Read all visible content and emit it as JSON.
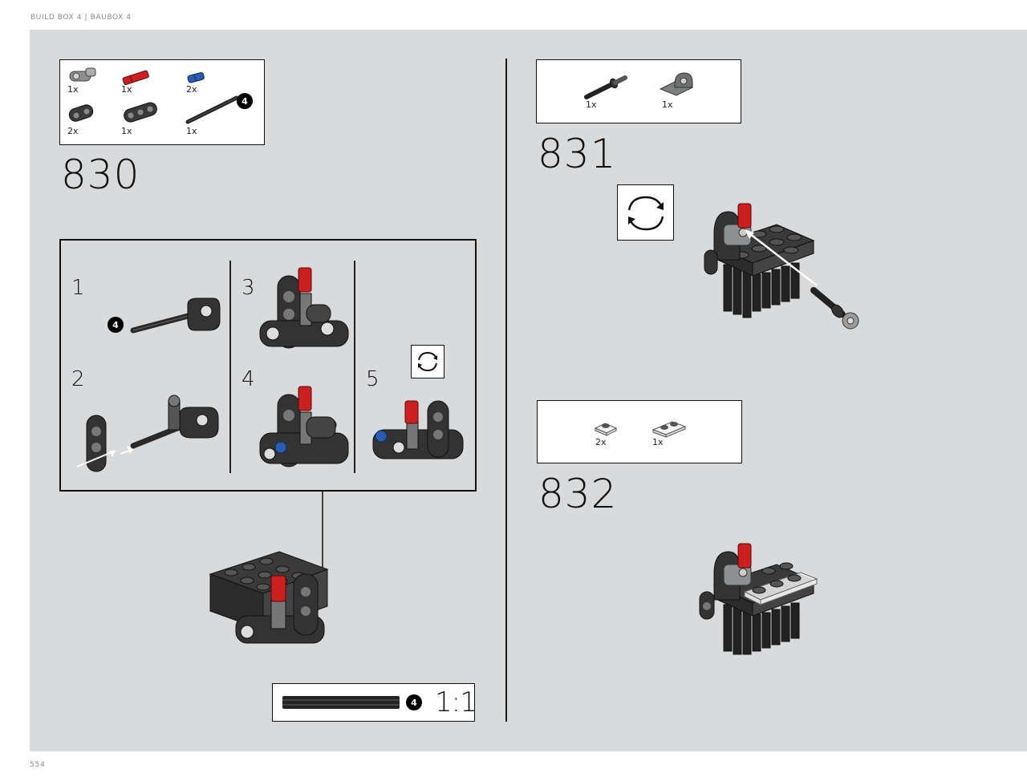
{
  "header": {
    "text": "BUILD BOX 4  |  BAUBOX 4"
  },
  "footer": {
    "page_number": "554"
  },
  "colors": {
    "background": "#d9dadb",
    "dark_part": "#333333",
    "red_part": "#cc1f1f",
    "blue_part": "#2a5db0",
    "light_part": "#eeeeee"
  },
  "step830": {
    "number": "830",
    "parts": [
      {
        "qty": "1x",
        "icon": "gray-connector-icon"
      },
      {
        "qty": "1x",
        "icon": "red-axle-pin-icon"
      },
      {
        "qty": "2x",
        "icon": "blue-pin-icon"
      },
      {
        "qty": "2x",
        "icon": "black-beam-icon"
      },
      {
        "qty": "1x",
        "icon": "black-beam-3-icon"
      },
      {
        "qty": "1x",
        "icon": "black-axle-icon",
        "badge": "4"
      }
    ],
    "substeps": [
      {
        "num": "1",
        "badge": "4"
      },
      {
        "num": "2"
      },
      {
        "num": "3"
      },
      {
        "num": "4"
      },
      {
        "num": "5"
      }
    ],
    "scale": {
      "badge": "4",
      "label": "1:1"
    }
  },
  "step831": {
    "number": "831",
    "parts": [
      {
        "qty": "1x",
        "icon": "black-axle-with-stop-icon"
      },
      {
        "qty": "1x",
        "icon": "gray-bracket-icon"
      }
    ]
  },
  "step832": {
    "number": "832",
    "parts": [
      {
        "qty": "2x",
        "icon": "clear-plate-1x1-icon"
      },
      {
        "qty": "1x",
        "icon": "clear-plate-1x2-icon"
      }
    ]
  }
}
